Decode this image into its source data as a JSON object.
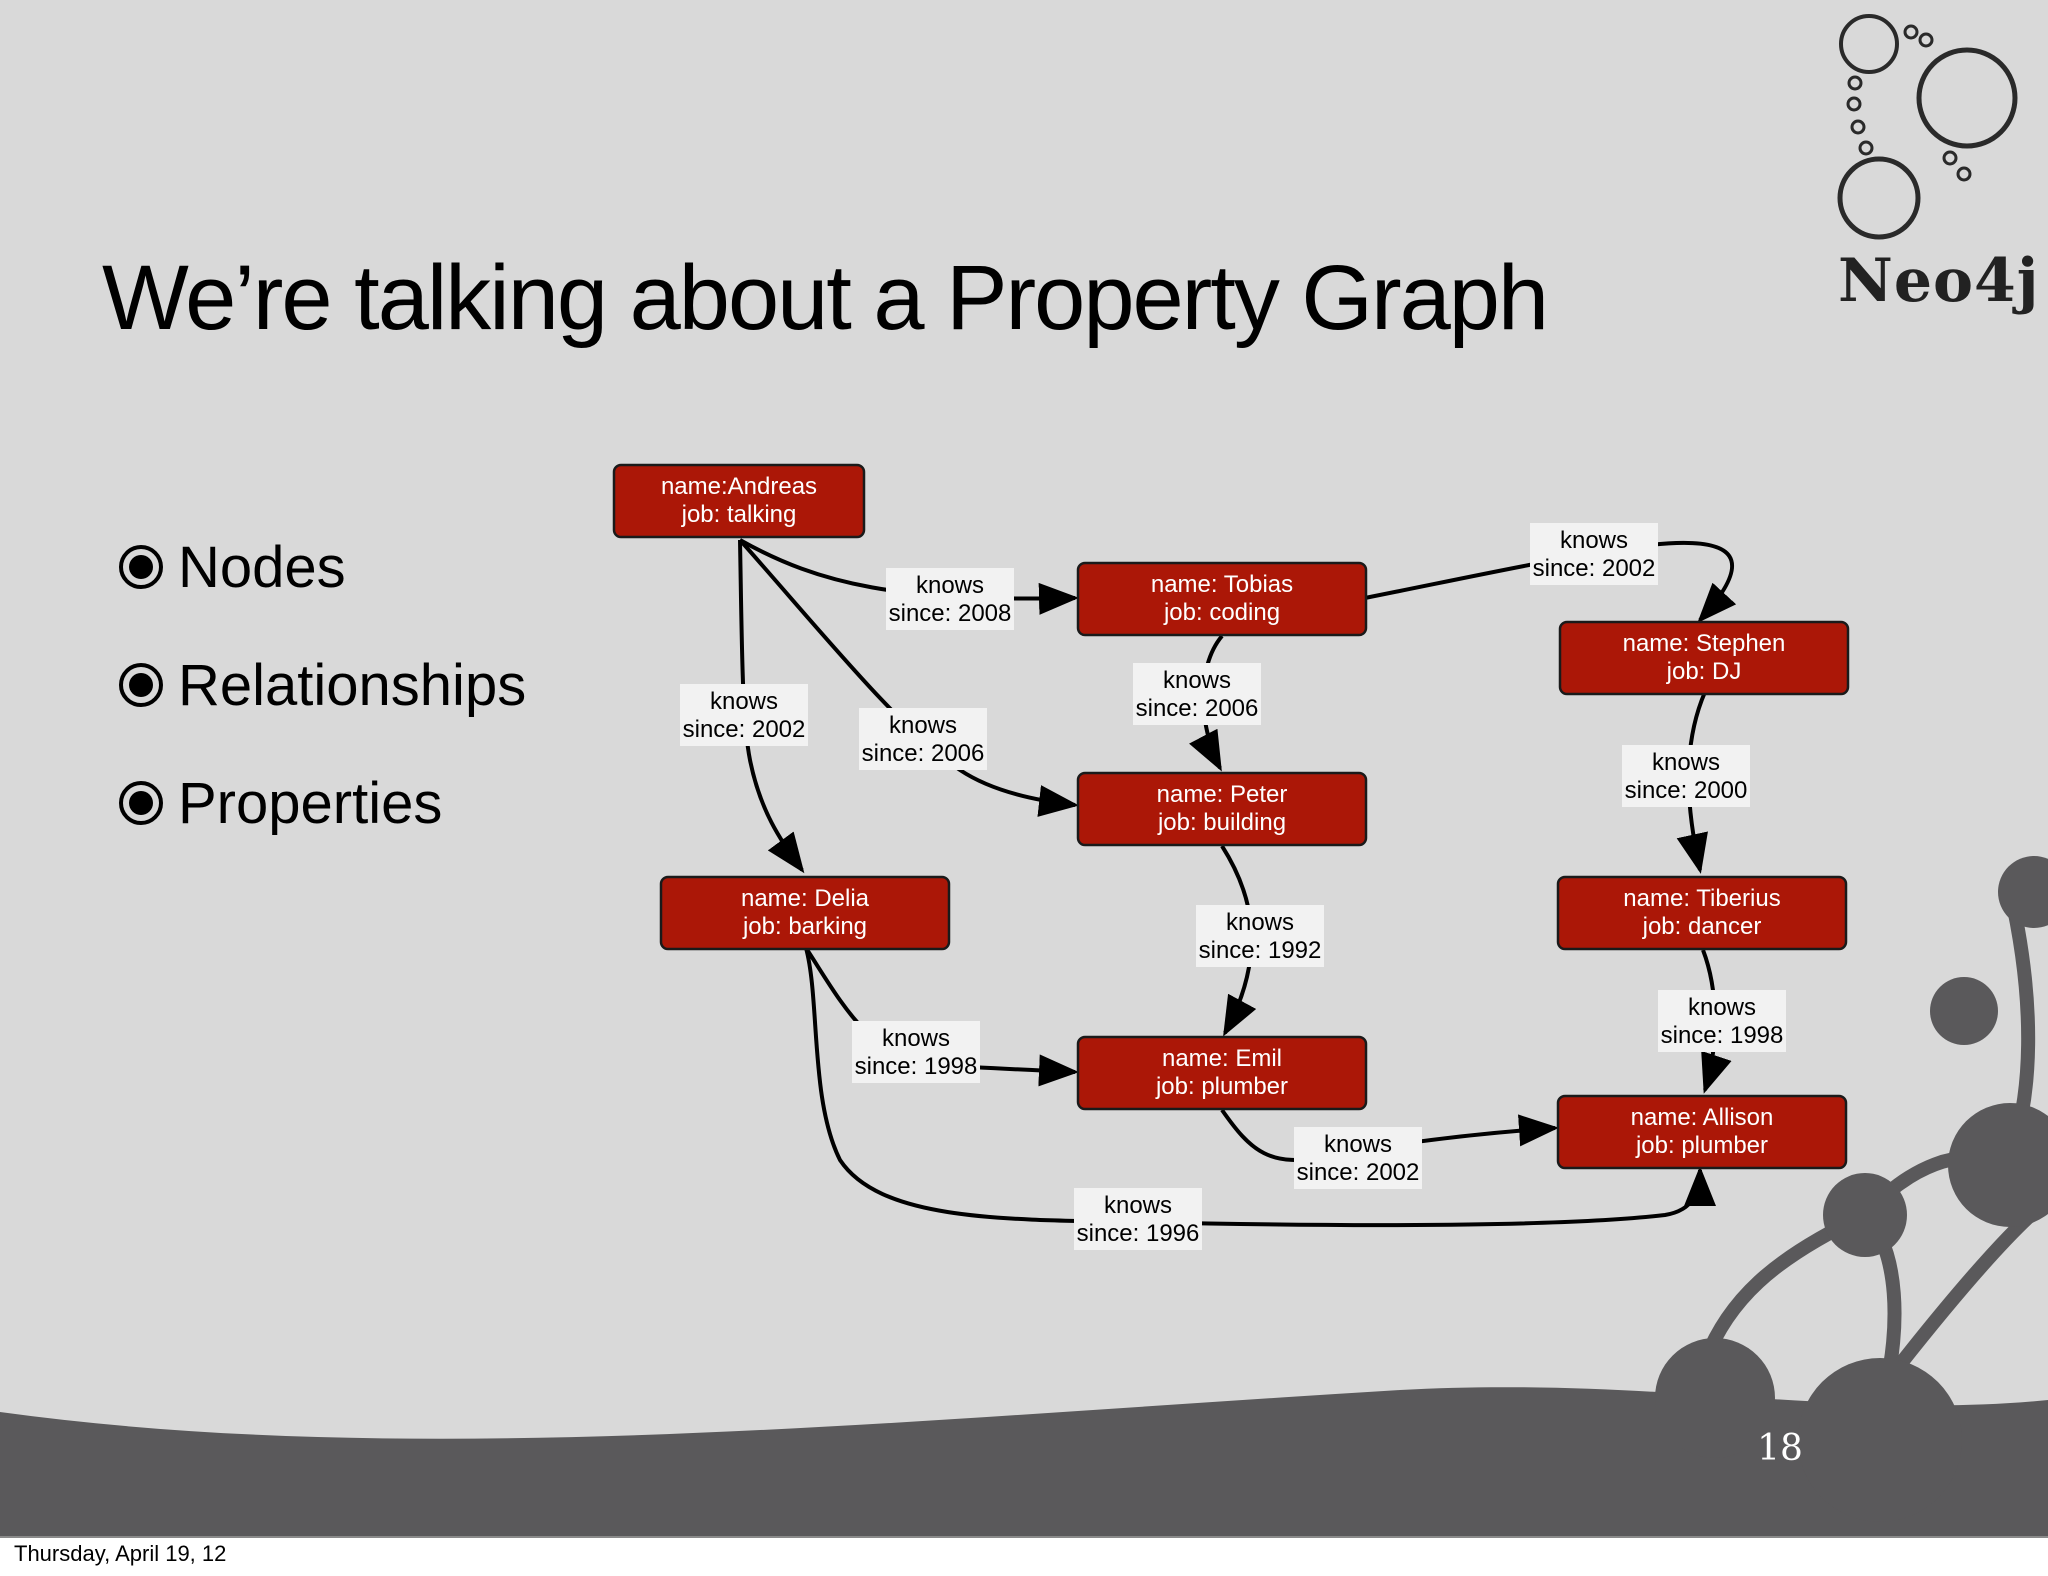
{
  "slide": {
    "title": "We’re talking about a Property Graph",
    "logo_text": "Neo4j",
    "page_number": "18"
  },
  "bullets": [
    {
      "label": "Nodes",
      "icon": "radio-bullet-icon"
    },
    {
      "label": "Relationships",
      "icon": "radio-bullet-icon"
    },
    {
      "label": "Properties",
      "icon": "radio-bullet-icon"
    }
  ],
  "graph": {
    "nodes": [
      {
        "id": "andreas",
        "line1": "name:Andreas",
        "line2": "job: talking"
      },
      {
        "id": "tobias",
        "line1": "name: Tobias",
        "line2": "job: coding"
      },
      {
        "id": "stephen",
        "line1": "name: Stephen",
        "line2": "job: DJ"
      },
      {
        "id": "peter",
        "line1": "name: Peter",
        "line2": "job: building"
      },
      {
        "id": "delia",
        "line1": "name: Delia",
        "line2": "job: barking"
      },
      {
        "id": "tiberius",
        "line1": "name: Tiberius",
        "line2": "job: dancer"
      },
      {
        "id": "emil",
        "line1": "name: Emil",
        "line2": "job: plumber"
      },
      {
        "id": "allison",
        "line1": "name: Allison",
        "line2": "job: plumber"
      }
    ],
    "edges": [
      {
        "from": "andreas",
        "to": "tobias",
        "type": "knows",
        "since": "since: 2008"
      },
      {
        "from": "andreas",
        "to": "delia",
        "type": "knows",
        "since": "since: 2002"
      },
      {
        "from": "andreas",
        "to": "peter",
        "type": "knows",
        "since": "since: 2006"
      },
      {
        "from": "tobias",
        "to": "stephen",
        "type": "knows",
        "since": "since: 2002"
      },
      {
        "from": "tobias",
        "to": "peter",
        "type": "knows",
        "since": "since: 2006"
      },
      {
        "from": "stephen",
        "to": "tiberius",
        "type": "knows",
        "since": "since: 2000"
      },
      {
        "from": "peter",
        "to": "emil",
        "type": "knows",
        "since": "since: 1992"
      },
      {
        "from": "tiberius",
        "to": "allison",
        "type": "knows",
        "since": "since: 1998"
      },
      {
        "from": "delia",
        "to": "emil",
        "type": "knows",
        "since": "since: 1998"
      },
      {
        "from": "emil",
        "to": "allison",
        "type": "knows",
        "since": "since: 2002"
      },
      {
        "from": "delia",
        "to": "allison",
        "type": "knows",
        "since": "since: 1996"
      }
    ]
  },
  "footer": {
    "date": "Thursday, April 19, 12"
  },
  "colors": {
    "slide_background": "#d9d9d9",
    "node_fill": "#ab1707",
    "decoration": "#5a595b",
    "label_background": "#f2f2f2"
  }
}
